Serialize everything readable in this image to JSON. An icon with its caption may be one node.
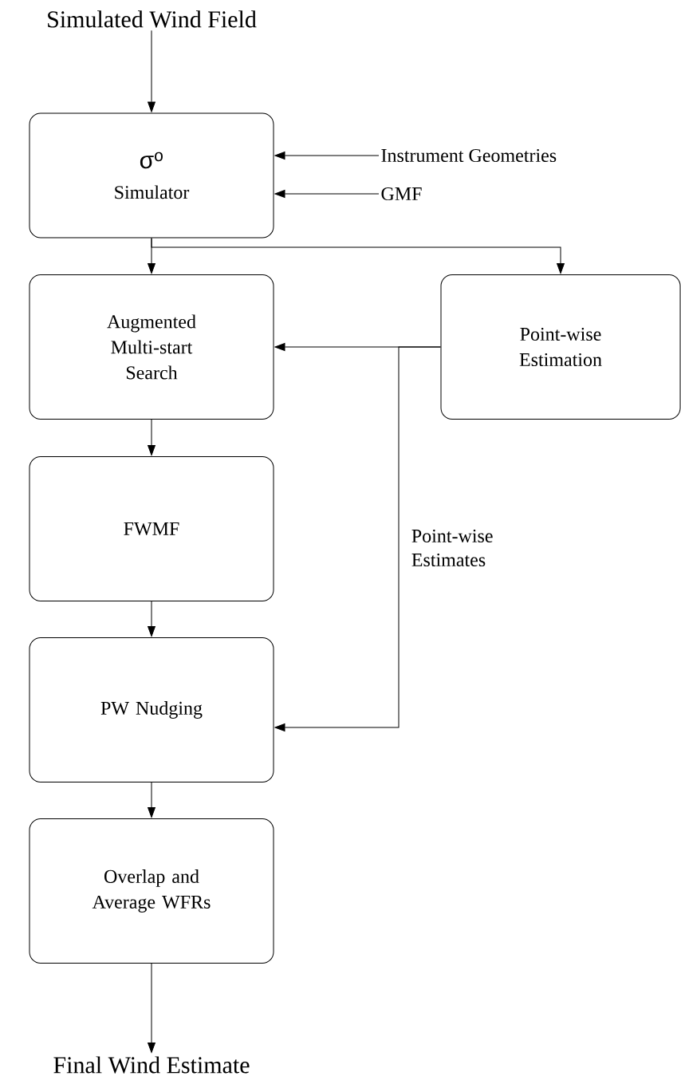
{
  "diagram": {
    "nodes": [
      {
        "text": [
          "Simulated Wind Field"
        ]
      },
      {
        "text": [
          "σ$^{o}$",
          "Simulator"
        ]
      },
      {
        "text": [
          "Instrument Geometries"
        ]
      },
      {
        "text": [
          "GMF"
        ]
      },
      {
        "text": [
          "Augmented Multi-start Search"
        ]
      },
      {
        "text": [
          "Point-wise Estimation"
        ]
      },
      {
        "text": [
          "FWMF"
        ]
      },
      {
        "text": [
          "PW Nudging"
        ]
      },
      {
        "text": [
          "Overlap and Average WFRs"
        ]
      },
      {
        "text": [
          "Final Wind Estimate"
        ]
      }
    ],
    "edges": [
      {
        "from": 0,
        "to": 1,
        "arrow": "to"
      },
      {
        "from": 2,
        "to": 1,
        "arrow": "to"
      },
      {
        "from": 3,
        "to": 1,
        "arrow": "to"
      },
      {
        "from": 1,
        "to": 4,
        "arrow": "to"
      },
      {
        "from": 1,
        "to": 5,
        "arrow": "to"
      },
      {
        "from": 5,
        "to": 4,
        "arrow": "to"
      },
      {
        "from": 5,
        "to": 7,
        "arrow": "to",
        "label": "Point-wise Estimates"
      },
      {
        "from": 4,
        "to": 6,
        "arrow": "to"
      },
      {
        "from": 6,
        "to": 7,
        "arrow": "to"
      },
      {
        "from": 7,
        "to": 8,
        "arrow": "to"
      },
      {
        "from": 8,
        "to": 9,
        "arrow": "to"
      }
    ]
  }
}
